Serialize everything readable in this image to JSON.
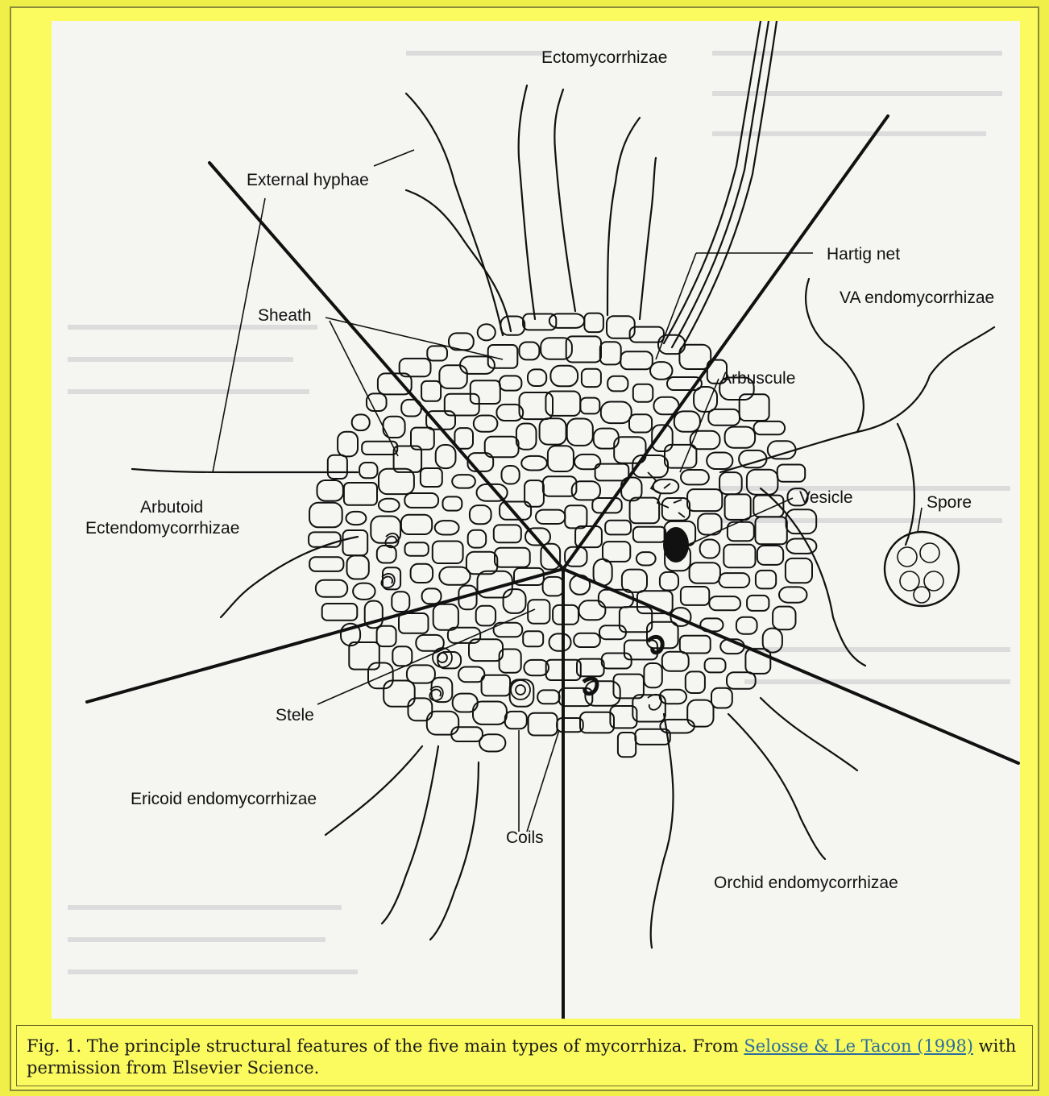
{
  "figure": {
    "labels": {
      "ecto": "Ectomycorrhizae",
      "external_hyphae": "External hyphae",
      "hartig_net": "Hartig net",
      "va": "VA endomycorrhizae",
      "sheath": "Sheath",
      "arbuscule": "Arbuscule",
      "vesicle": "Vesicle",
      "spore": "Spore",
      "arbutoid_1": "Arbutoid",
      "arbutoid_2": "Ectendomycorrhizae",
      "stele": "Stele",
      "ericoid": "Ericoid endomycorrhizae",
      "coils": "Coils",
      "orchid": "Orchid endomycorrhizae"
    }
  },
  "caption": {
    "text_before": "Fig. 1. The principle structural features of the five main types of mycorrhiza. From ",
    "link_text": "Selosse & Le Tacon (1998)",
    "text_after": " with permission from Elsevier Science."
  },
  "colors": {
    "background": "#f0ef4a",
    "panel": "#f5f5f2",
    "ink": "#111111",
    "link": "#2a6fa0"
  }
}
